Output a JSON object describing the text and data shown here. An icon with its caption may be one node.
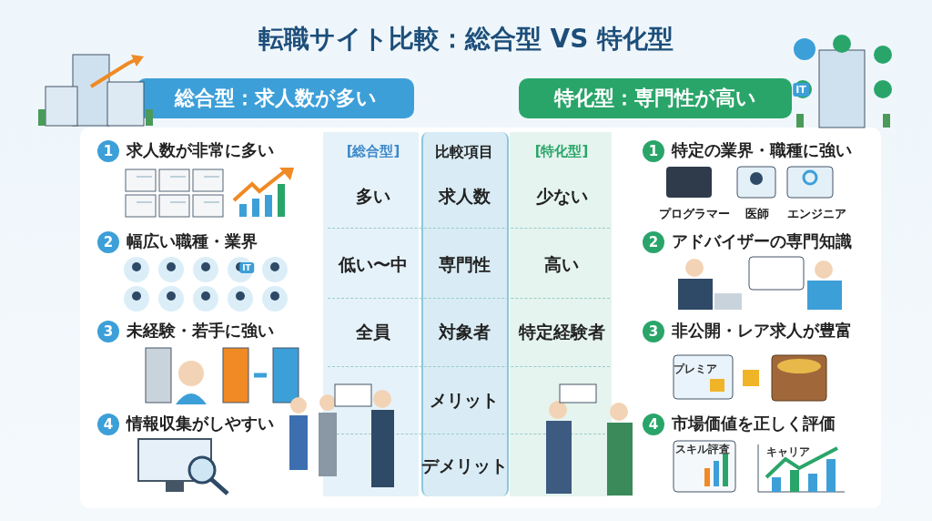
{
  "diagram": {
    "title": "転職サイト比較：総合型 VS 特化型",
    "nodes": [
      {
        "text": [
          "総合型：求人数が多い"
        ]
      },
      {
        "text": [
          "特化型：専門性が高い"
        ]
      },
      {
        "text": [
          "1"
        ],
        "beside": [
          "求人数が非常に多い"
        ]
      },
      {
        "text": [
          "2"
        ],
        "beside": [
          "幅広い職種・業界"
        ]
      },
      {
        "text": [
          "3"
        ],
        "beside": [
          "未経験・若手に強い"
        ]
      },
      {
        "text": [
          "4"
        ],
        "beside": [
          "情報収集がしやすい"
        ]
      },
      {
        "text": [
          "1"
        ],
        "beside": [
          "特定の業界・職種に強い"
        ]
      },
      {
        "text": [
          "2"
        ],
        "beside": [
          "アドバイザーの専門知識"
        ]
      },
      {
        "text": [
          "3"
        ],
        "beside": [
          "非公開・レア求人が豊富"
        ]
      },
      {
        "text": [
          "4"
        ],
        "beside": [
          "市場価値を正しく評価"
        ]
      }
    ],
    "labels": [
      "IT",
      "[総合型]",
      "比較項目",
      "[特化型]",
      "多い",
      "求人数",
      "少ない",
      "IT",
      "低い〜中",
      "専門性",
      "高い",
      "全員",
      "対象者",
      "特定経験者",
      "メリット",
      "デメリット",
      "プログラマー",
      "医師",
      "エンジニア",
      "プレミア",
      "スキル評査",
      "キャリア"
    ]
  }
}
